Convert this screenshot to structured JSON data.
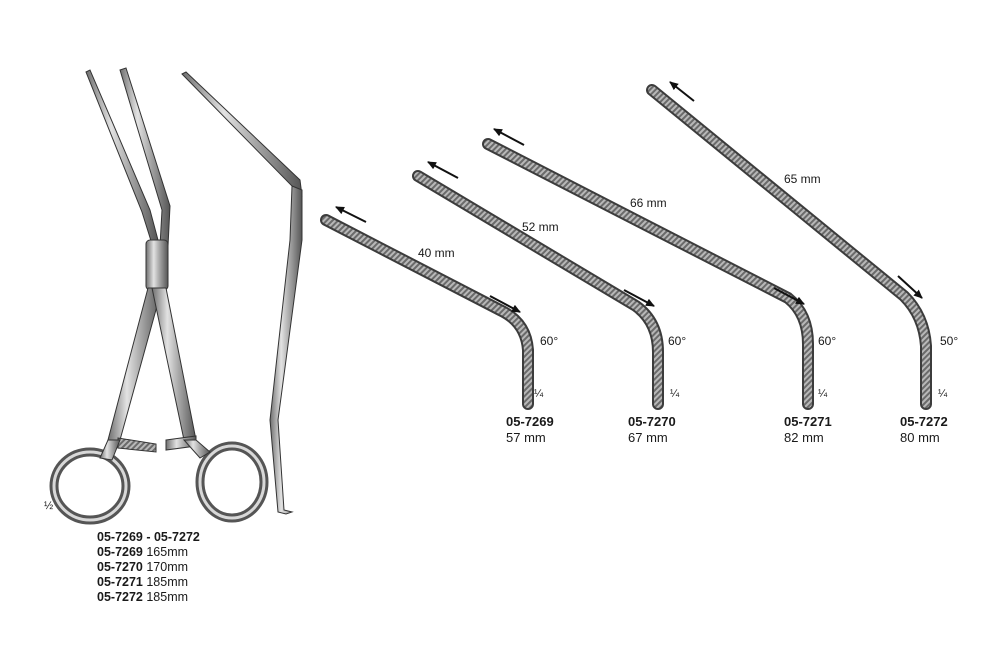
{
  "overview": {
    "scale": "½",
    "range": "05-7269 - 05-7272",
    "items": [
      {
        "code": "05-7269",
        "length": "165mm"
      },
      {
        "code": "05-7270",
        "length": "170mm"
      },
      {
        "code": "05-7271",
        "length": "185mm"
      },
      {
        "code": "05-7272",
        "length": "185mm"
      }
    ]
  },
  "jaws": [
    {
      "code": "05-7269",
      "length": "57 mm",
      "jaw_length": "40 mm",
      "angle": "60°",
      "scale": "¼"
    },
    {
      "code": "05-7270",
      "length": "67 mm",
      "jaw_length": "52 mm",
      "angle": "60°",
      "scale": "¼"
    },
    {
      "code": "05-7271",
      "length": "82 mm",
      "jaw_length": "66 mm",
      "angle": "60°",
      "scale": "¼"
    },
    {
      "code": "05-7272",
      "length": "80 mm",
      "jaw_length": "65 mm",
      "angle": "50°",
      "scale": "¼"
    }
  ],
  "colors": {
    "steel_dark": "#4a4a4a",
    "steel_mid": "#8a8a8a",
    "steel_light": "#cfcfcf",
    "arrow": "#111111"
  }
}
